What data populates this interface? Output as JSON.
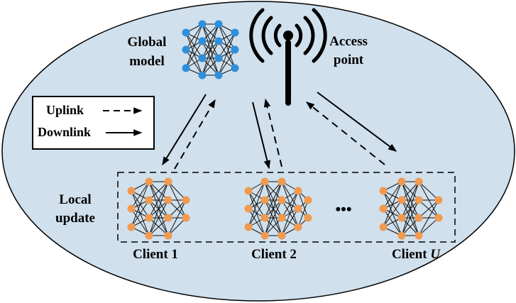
{
  "global_model": {
    "label_line1": "Global",
    "label_line2": "model",
    "node_color": "#2f8fdb"
  },
  "access_point": {
    "label_line1": "Access",
    "label_line2": "point"
  },
  "legend": {
    "uplink": "Uplink",
    "downlink": "Downlink"
  },
  "local_update": {
    "line1": "Local",
    "line2": "update"
  },
  "clients": [
    {
      "label": "Client 1",
      "prefix": "Client ",
      "suffix": "1",
      "italic_suffix": false
    },
    {
      "label": "Client 2",
      "prefix": "Client ",
      "suffix": "2",
      "italic_suffix": false
    },
    {
      "label": "Client U",
      "prefix": "Client ",
      "suffix": "U",
      "italic_suffix": true
    }
  ],
  "ellipsis": "•••",
  "colors": {
    "ellipse_fill": "#d0e0ed",
    "client_node": "#f19a50",
    "global_node": "#2f8fdb",
    "stroke": "#000000"
  }
}
